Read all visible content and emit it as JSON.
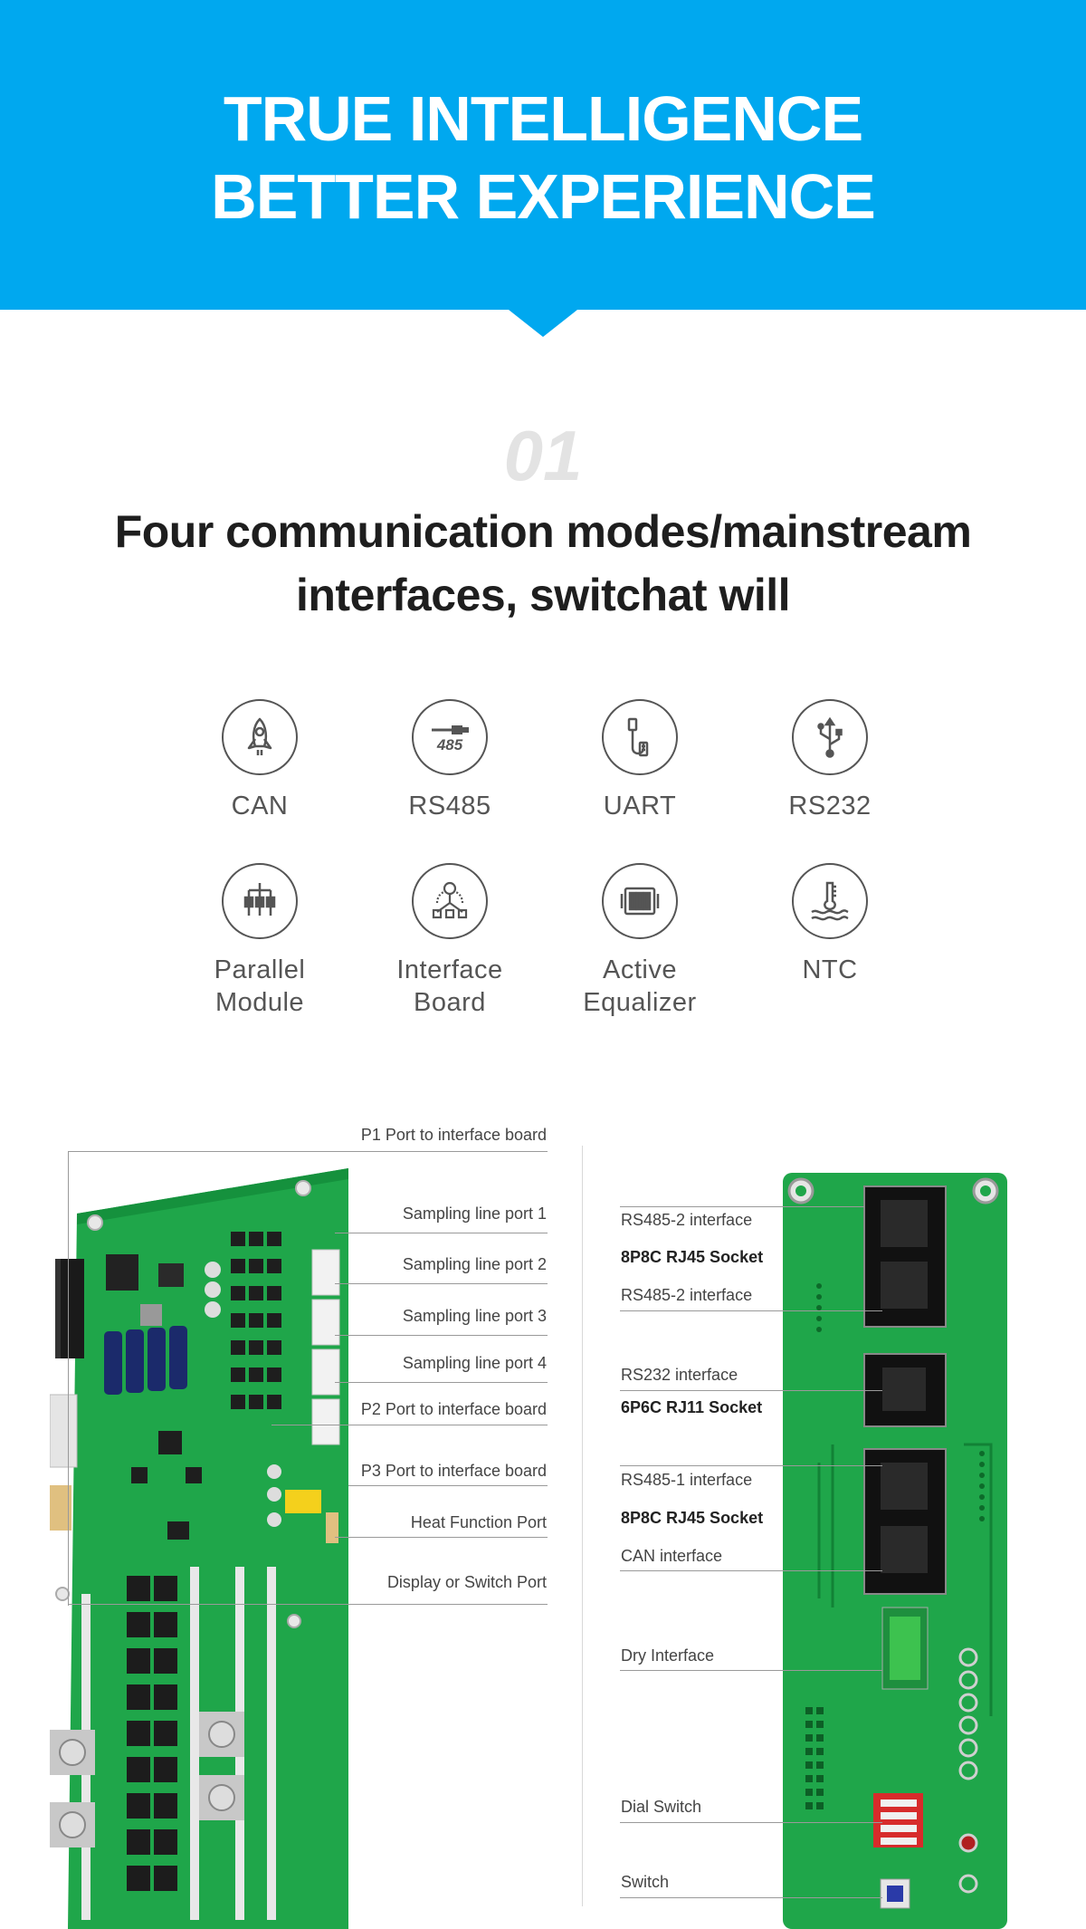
{
  "banner": {
    "line1": "TRUE INTELLIGENCE",
    "line2": "BETTER EXPERIENCE",
    "color": "#00a8ef"
  },
  "section": {
    "number": "01",
    "title_line1": "Four communication modes/mainstream",
    "title_line2": "interfaces, switchat will"
  },
  "features": [
    {
      "icon": "rocket-icon",
      "label": "CAN"
    },
    {
      "icon": "rs485-connector-icon",
      "label": "RS485"
    },
    {
      "icon": "uart-cable-icon",
      "label": "UART"
    },
    {
      "icon": "usb-icon",
      "label": "RS232"
    },
    {
      "icon": "parallel-module-icon",
      "label": "Parallel Module"
    },
    {
      "icon": "interface-board-icon",
      "label": "Interface Board"
    },
    {
      "icon": "active-equalizer-icon",
      "label": "Active Equalizer"
    },
    {
      "icon": "ntc-thermometer-icon",
      "label": "NTC"
    }
  ],
  "left_board": {
    "labels": [
      "P1 Port to interface board",
      "Sampling line port 1",
      "Sampling line port 2",
      "Sampling line port 3",
      "Sampling line port 4",
      "P2 Port to interface board",
      "P3 Port to interface board",
      "Heat Function Port",
      "Display or Switch Port"
    ]
  },
  "right_board": {
    "labels": [
      "RS485-2 interface",
      "8P8C RJ45 Socket",
      "RS485-2 interface",
      "RS232 interface",
      "6P6C RJ11 Socket",
      "RS485-1 interface",
      "8P8C RJ45 Socket",
      "CAN interface",
      "Dry Interface",
      "Dial Switch",
      "Switch"
    ]
  },
  "colors": {
    "pcb_green": "#1fa64a",
    "pcb_dark": "#0f7a33",
    "text_dark": "#1e1e1e",
    "icon_gray": "#555555"
  }
}
